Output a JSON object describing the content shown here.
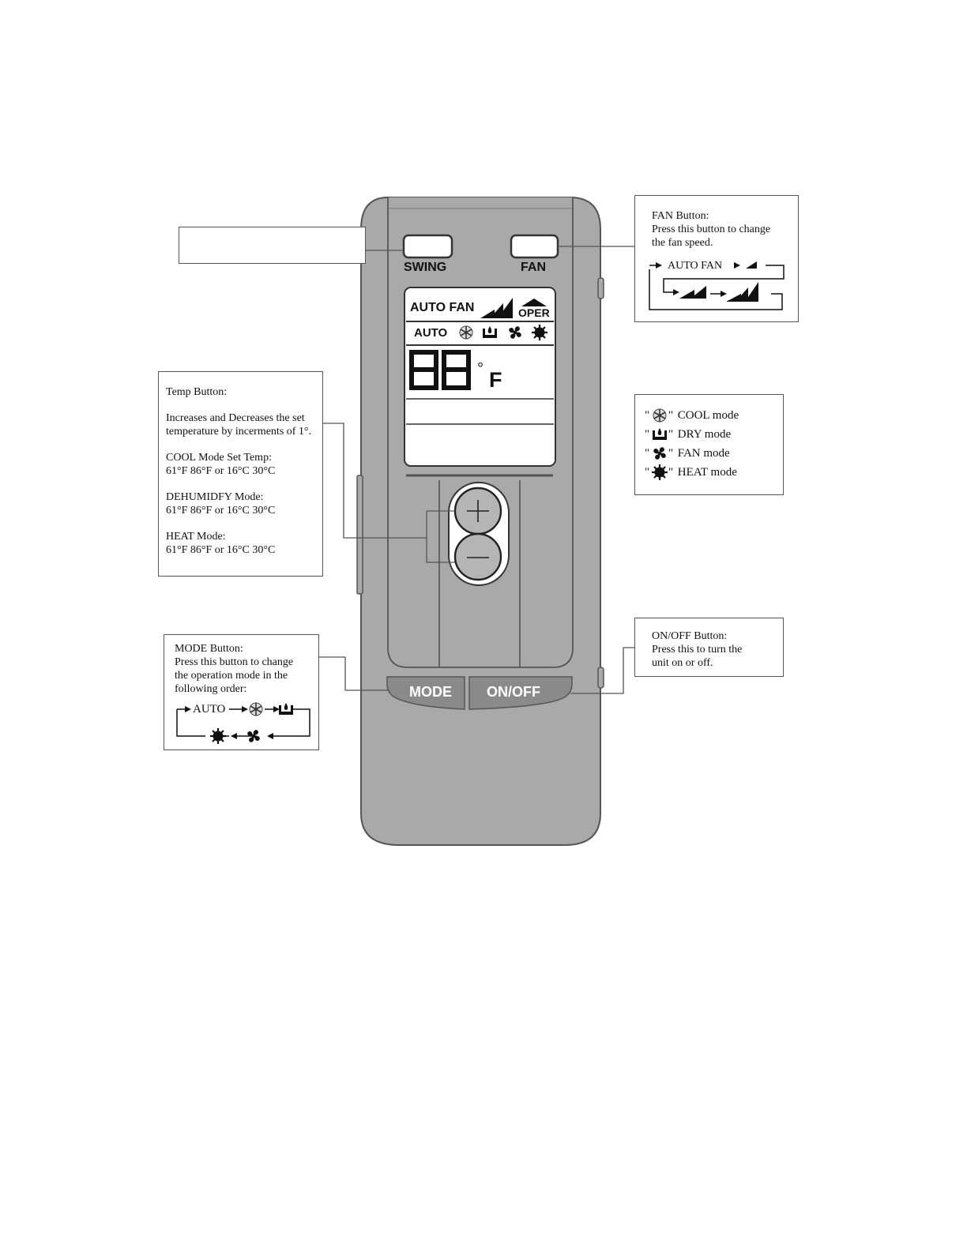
{
  "remote": {
    "swing_label": "SWING",
    "fan_label": "FAN",
    "mode_label": "MODE",
    "onoff_label": "ON/OFF",
    "display": {
      "auto_fan": "AUTO FAN",
      "oper": "OPER",
      "auto": "AUTO",
      "digits": "88",
      "degree": "°",
      "unit": "F"
    },
    "plus_glyph": "+",
    "minus_glyph": "—"
  },
  "fan_box": {
    "title": "FAN Button:",
    "body": [
      "Press this button to change",
      "the fan speed."
    ],
    "cycle_start": "AUTO FAN"
  },
  "temp_box": {
    "title": "Temp Button:",
    "lines": [
      "Increases and Decreases the set",
      "temperature by incerments of 1°.",
      "COOL Mode Set Temp:",
      "61°F 86°F or 16°C 30°C",
      "DEHUMIDFY Mode:",
      "61°F 86°F or 16°C 30°C",
      "HEAT Mode:",
      "61°F 86°F or 16°C 30°C"
    ]
  },
  "modes_box": {
    "items": [
      {
        "icon": "snowflake-icon",
        "label": "COOL mode"
      },
      {
        "icon": "dry-icon",
        "label": "DRY mode"
      },
      {
        "icon": "fan-icon",
        "label": "FAN mode"
      },
      {
        "icon": "sun-icon",
        "label": "HEAT mode"
      }
    ],
    "quote": "\""
  },
  "mode_box": {
    "title": "MODE Button:",
    "body": [
      "Press this button to change",
      "the operation mode in the",
      "following order:"
    ],
    "cycle_start": "AUTO"
  },
  "onoff_box": {
    "title": "ON/OFF Button:",
    "body": [
      "Press this to turn the",
      "unit on or off."
    ]
  },
  "colors": {
    "remote_body": "#a9a9a9",
    "remote_outline": "#555555",
    "display_bg": "#ffffff",
    "button_dark": "#8a8a8a"
  }
}
